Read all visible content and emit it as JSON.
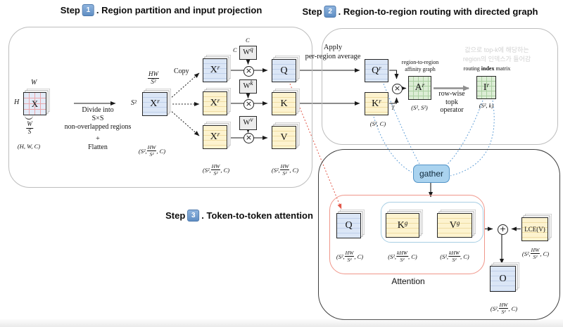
{
  "titles": {
    "step_word": "Step",
    "s1": {
      "num": "1",
      "rest": ". Region partition and input projection"
    },
    "s2": {
      "num": "2",
      "rest": ". Region-to-region routing with directed graph"
    },
    "s3": {
      "num": "3",
      "rest": ". Token-to-token attention"
    }
  },
  "ops": {
    "multiply": "×",
    "add": "+"
  },
  "labels": {
    "copy": "Copy",
    "divide_l1": "Divide into",
    "divide_l2": "S×S",
    "divide_l3": "non-overlapped regions",
    "divide_plus": "+",
    "divide_l4": "Flatten",
    "apply_l1": "Apply",
    "apply_l2": "per-region average",
    "affinity_l1": "region-to-region",
    "affinity_l2": "affinity graph",
    "routing_pre": "routing ",
    "routing_bold": "index",
    "routing_post": " matrix",
    "rowwise_l1": "row-wise",
    "rowwise_l2": "topk",
    "rowwise_l3": "operator",
    "transpose": "T",
    "gather": "gather",
    "attention": "Attention",
    "note_l1": "값으로 top-k에 해당하는",
    "note_l2": "region의 인덱스가 들어감",
    "c_top": "C",
    "c_left": "C"
  },
  "tensors": {
    "x": "X",
    "xr_base": "X",
    "xr_sup": "r",
    "q": "Q",
    "k": "K",
    "v": "V",
    "wq_base": "W",
    "wq_sup": "q",
    "wk_base": "W",
    "wk_sup": "k",
    "wv_base": "W",
    "wv_sup": "v",
    "qr_base": "Q",
    "qr_sup": "r",
    "kr_base": "K",
    "kr_sup": "r",
    "ar_base": "A",
    "ar_sup": "r",
    "ir_base": "I",
    "ir_sup": "r",
    "kg_base": "K",
    "kg_sup": "g",
    "vg_base": "V",
    "vg_sup": "g",
    "lce": "LCE(V)",
    "o": "O"
  },
  "dims": {
    "w": "W",
    "h": "H",
    "ws_num": "W",
    "ws_den": "S",
    "hwc": "(H, W, C)",
    "s2": "S²",
    "hw_num": "HW",
    "hw_den": "S²",
    "shape_hw_pre": "(S²,",
    "shape_hw_num": "HW",
    "shape_hw_den": "S²",
    "shape_hw_post": ", C)",
    "shape_khw_pre": "(S²,",
    "shape_khw_num": "kHW",
    "shape_khw_den": "S²",
    "shape_khw_post": ", C)",
    "s2c": "(S², C)",
    "s2s2": "(S², S²)",
    "s2k": "(S², k)"
  },
  "colors": {
    "blue_box": "#dbe6f6",
    "yellow_box": "#fdf3cf",
    "green_box": "#dcedd5",
    "gather_fill": "#aad3ef",
    "red_line": "#e25749",
    "blue_line": "#5b9bd5",
    "badge_blue": "#6f9bcd"
  }
}
